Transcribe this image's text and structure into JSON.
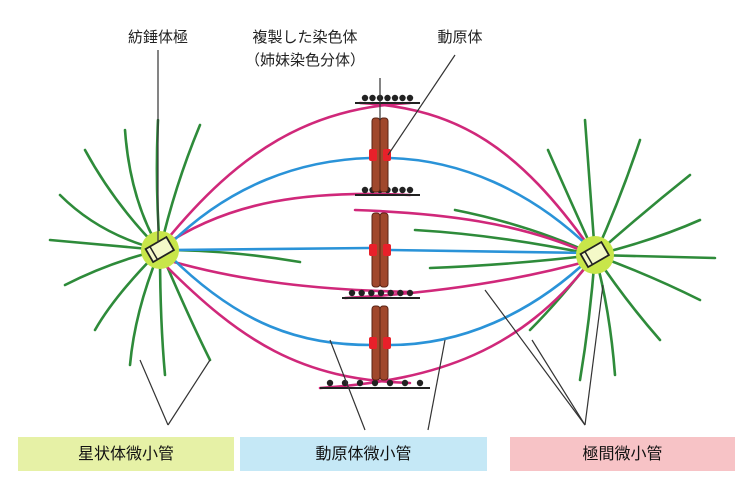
{
  "labels": {
    "spindle_pole": "紡錘体極",
    "replicated_chromosome": "複製した染色体",
    "sister_chromatids": "（姉妹染色分体）",
    "kinetochore": "動原体"
  },
  "legend": {
    "astral": "星状体微小管",
    "kinetochore_mt": "動原体微小管",
    "polar": "極間微小管"
  },
  "colors": {
    "astral": "#2e8b3a",
    "kinetochore_mt": "#2a93d8",
    "polar": "#d0287a",
    "chromosome": "#a0482c",
    "kinetochore": "#e8202a",
    "pole": "#c8e64a",
    "astral_box": "#e6f1a6",
    "kinetochore_box": "#c5e8f6",
    "polar_box": "#f7c3c6"
  }
}
